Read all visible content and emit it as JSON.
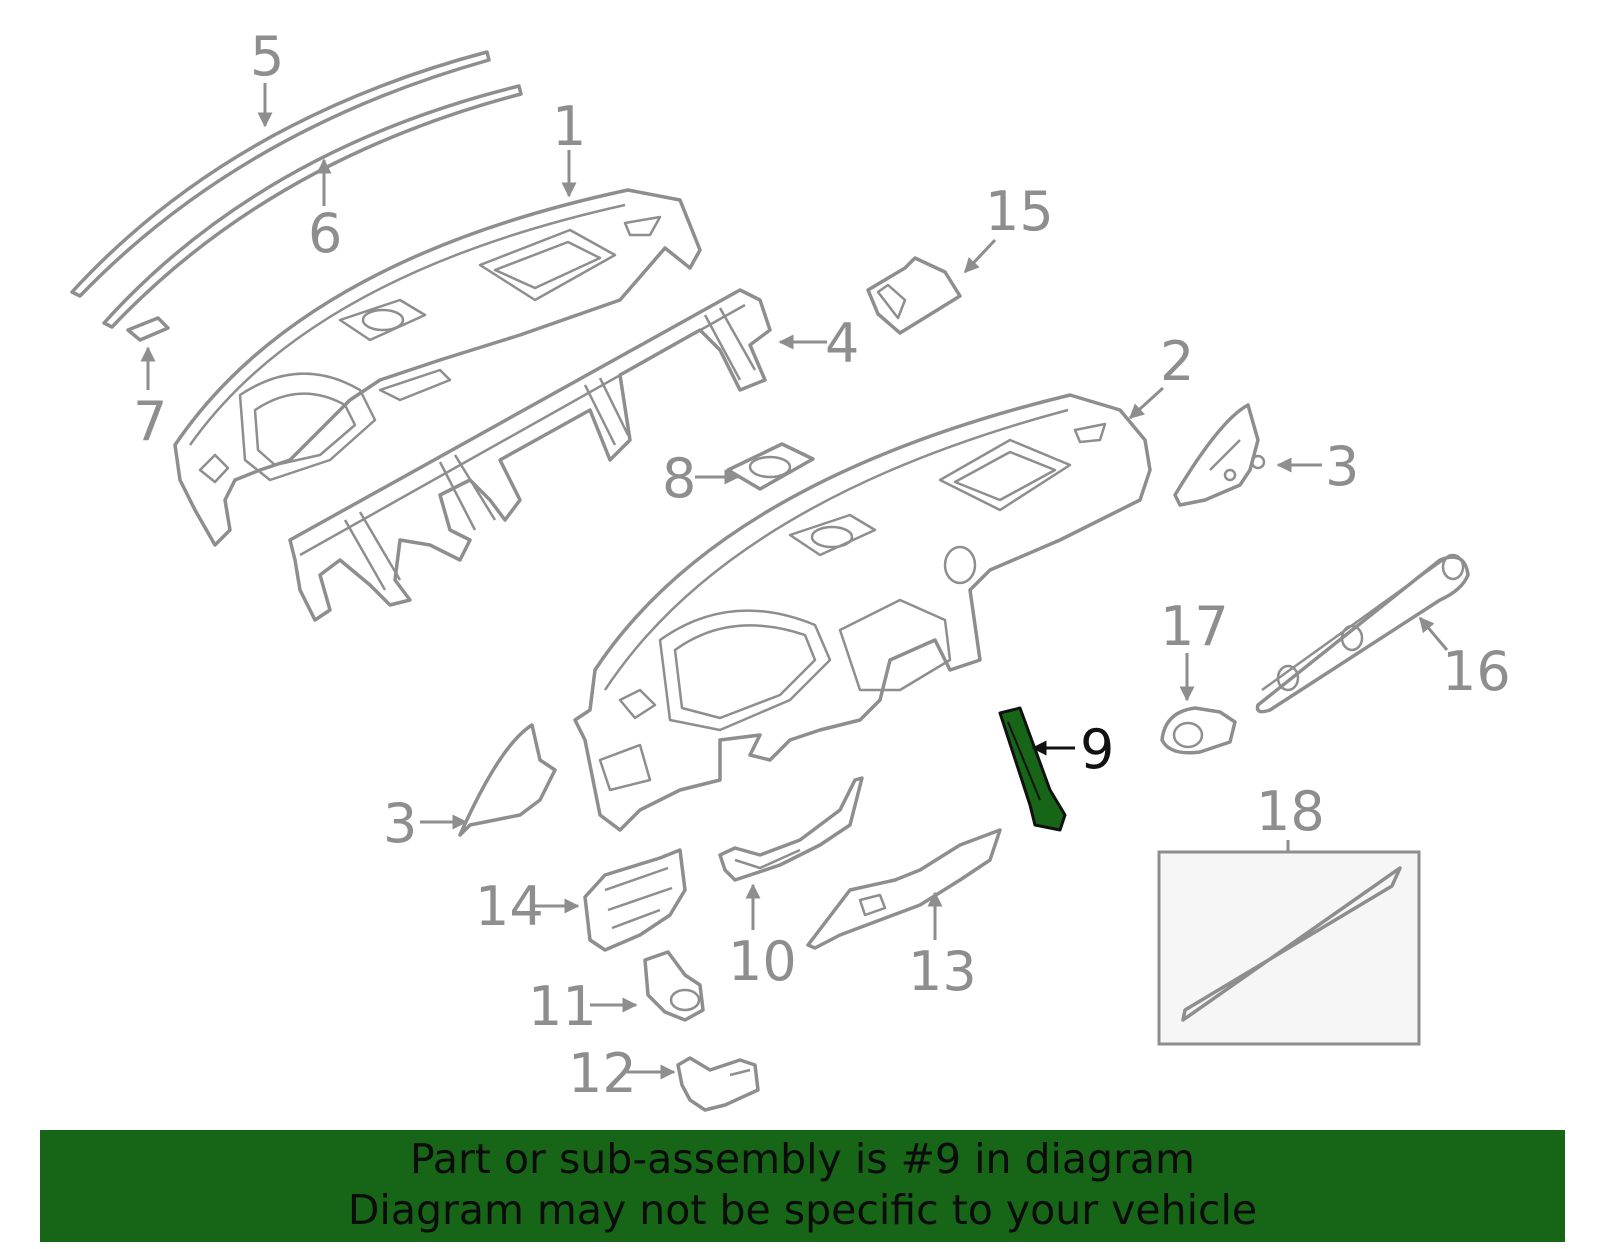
{
  "diagram": {
    "highlight_color": "#176617",
    "callouts": [
      "1",
      "2",
      "3",
      "3",
      "4",
      "5",
      "6",
      "7",
      "8",
      "9",
      "10",
      "11",
      "12",
      "13",
      "14",
      "15",
      "16",
      "17",
      "18"
    ],
    "highlighted_part": "9"
  },
  "banner": {
    "line1": "Part or sub-assembly is #9 in diagram",
    "line2": "Diagram may not be specific to your vehicle",
    "background": "#176617"
  }
}
